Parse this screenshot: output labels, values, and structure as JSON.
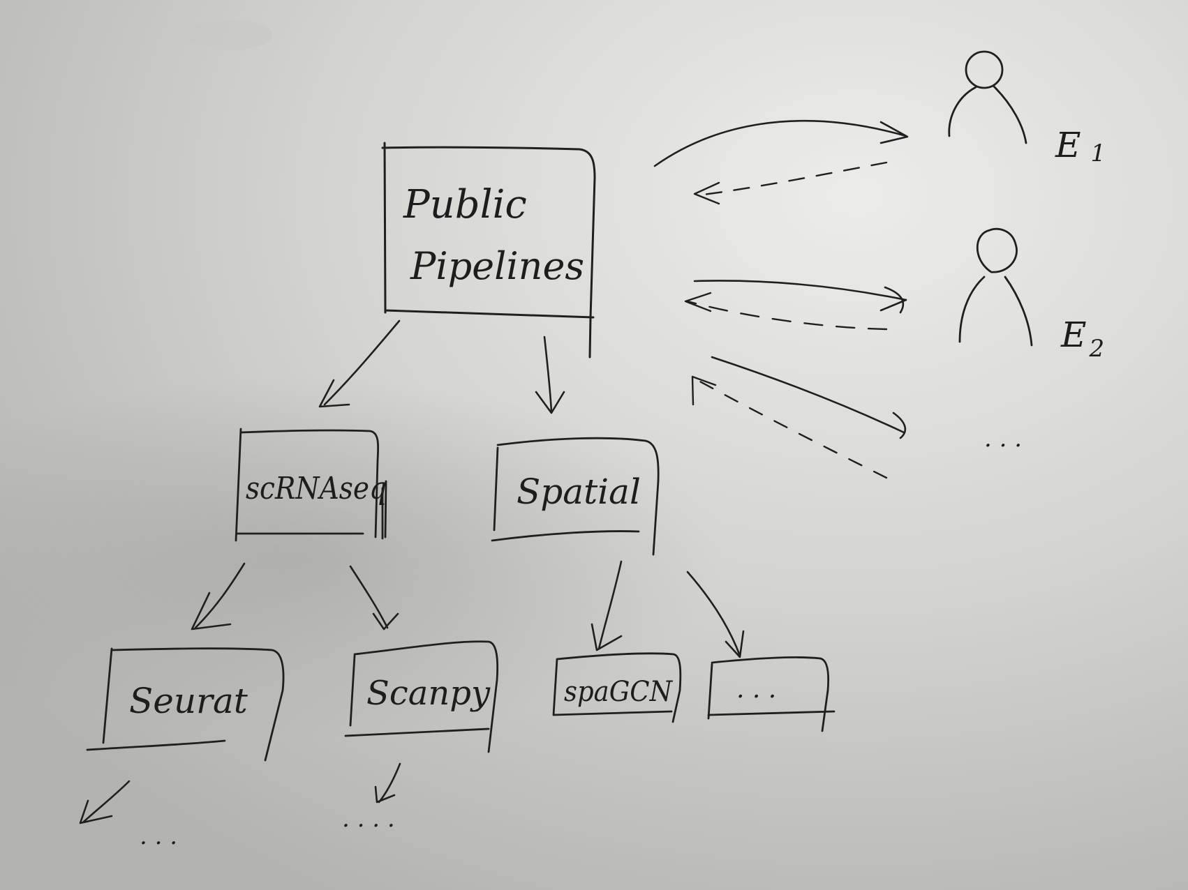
{
  "diagram": {
    "root": {
      "line1": "Public",
      "line2": "Pipelines"
    },
    "level1": {
      "scrna": "scRNAseq",
      "spatial": "Spatial"
    },
    "level2": {
      "seurat": "Seurat",
      "scanpy": "Scanpy",
      "spagcn": "spaGCN",
      "more_box": ". . ."
    },
    "users": {
      "e1_label": "E",
      "e1_sub": "1",
      "e2_label": "E",
      "e2_sub": "2",
      "more": ". . ."
    },
    "bottom": {
      "left_dots": ". . .",
      "right_dots": ". . . ."
    }
  },
  "colors": {
    "paper": "#d9d9d6",
    "ink": "#1f1f1f",
    "shadow": "#9a9a97"
  }
}
